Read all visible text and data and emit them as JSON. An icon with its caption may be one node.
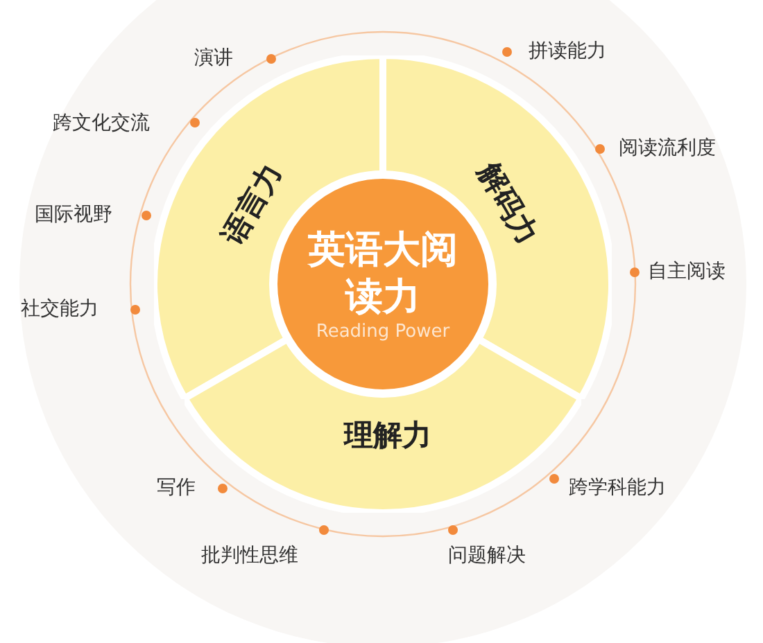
{
  "diagram": {
    "nodes": [
      {
        "text": [
          "英语大阅读力",
          "Reading Power"
        ]
      },
      {
        "text": [
          "语言力"
        ]
      },
      {
        "text": [
          "解码力"
        ]
      },
      {
        "text": [
          "理解力"
        ]
      }
    ],
    "labels": [
      "演讲",
      "拼读能力",
      "跨文化交流",
      "阅读流利度",
      "国际视野",
      "自主阅读",
      "社交能力",
      "写作",
      "跨学科能力",
      "批判性思维",
      "问题解决"
    ]
  }
}
